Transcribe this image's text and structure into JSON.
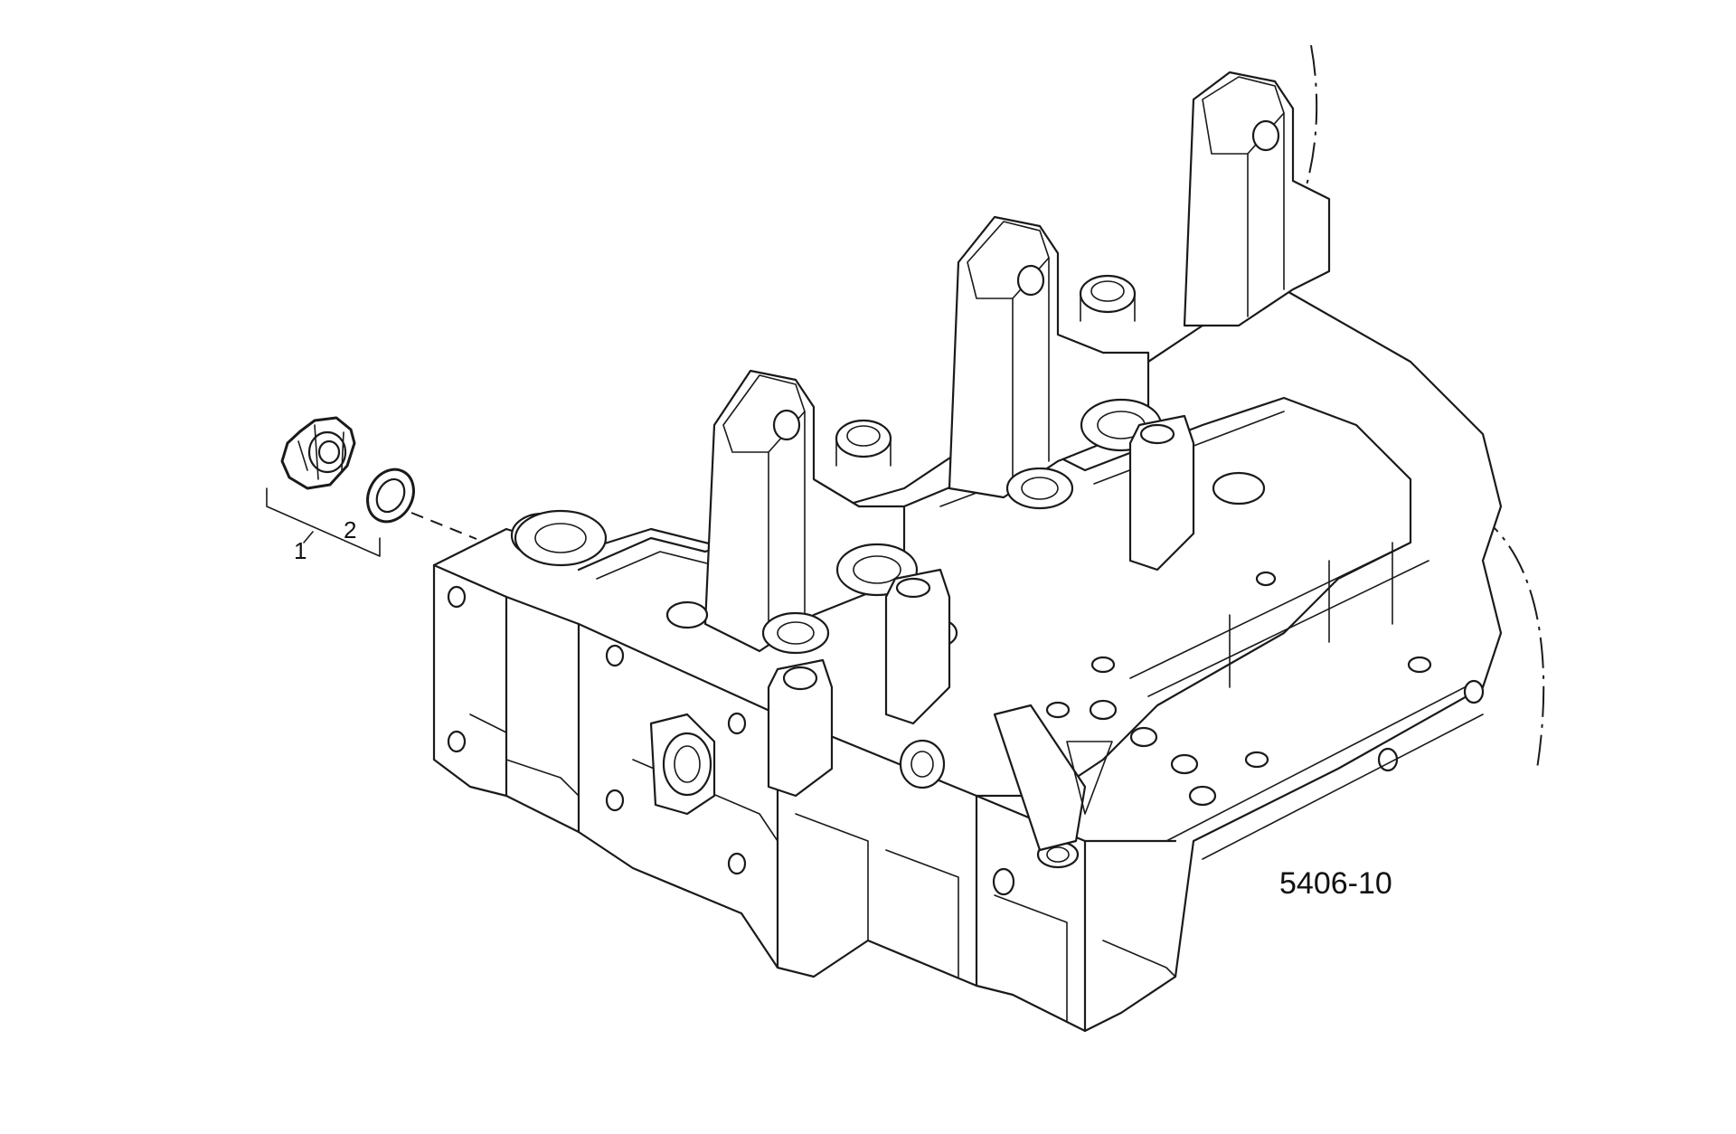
{
  "diagram": {
    "figure_id": "5406-10",
    "callouts": [
      {
        "id": "1",
        "label": "1"
      },
      {
        "id": "2",
        "label": "2"
      }
    ],
    "colors": {
      "line": "#1a1a1a",
      "background": "#ffffff"
    }
  }
}
